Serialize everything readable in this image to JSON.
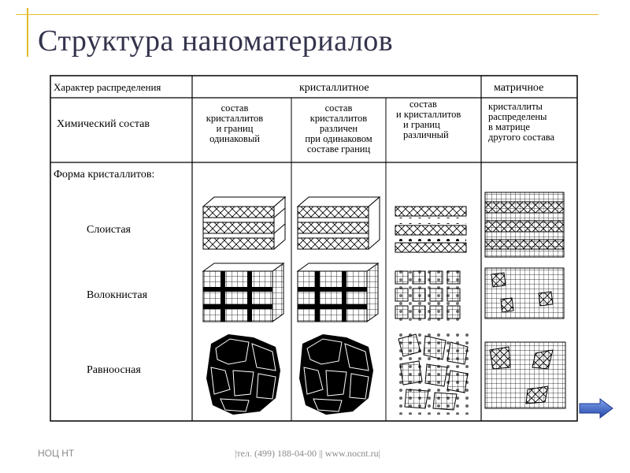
{
  "slide": {
    "title": "Структура наноматериалов",
    "footer_org": "НОЦ НТ",
    "footer_contact": "|тел. (499) 188-04-00 || www.nocnt.ru|"
  },
  "table": {
    "header_label": "Характер распределения",
    "header_crystalline": "кристаллитное",
    "header_matrix": "матричное",
    "chem_label": "Химический состав",
    "chem": [
      [
        "состав",
        "кристаллитов",
        "и границ",
        "одинаковый"
      ],
      [
        "состав",
        "кристаллитов",
        "различен",
        "при одинаковом",
        "составе границ"
      ],
      [
        "состав",
        "и кристаллитов",
        "и границ",
        "различный"
      ],
      [
        "кристаллиты",
        "распределены",
        "в матрице",
        "другого состава"
      ]
    ],
    "form_label": "Форма кристаллитов:",
    "rows": [
      "Слоистая",
      "Волокнистая",
      "Равноосная"
    ]
  },
  "colors": {
    "title": "#33334d",
    "accent_line": "#e2bc2a",
    "arrow": "#3a62c8",
    "footer": "#8a8a8a"
  },
  "icons": {
    "next": "right-arrow-icon"
  }
}
